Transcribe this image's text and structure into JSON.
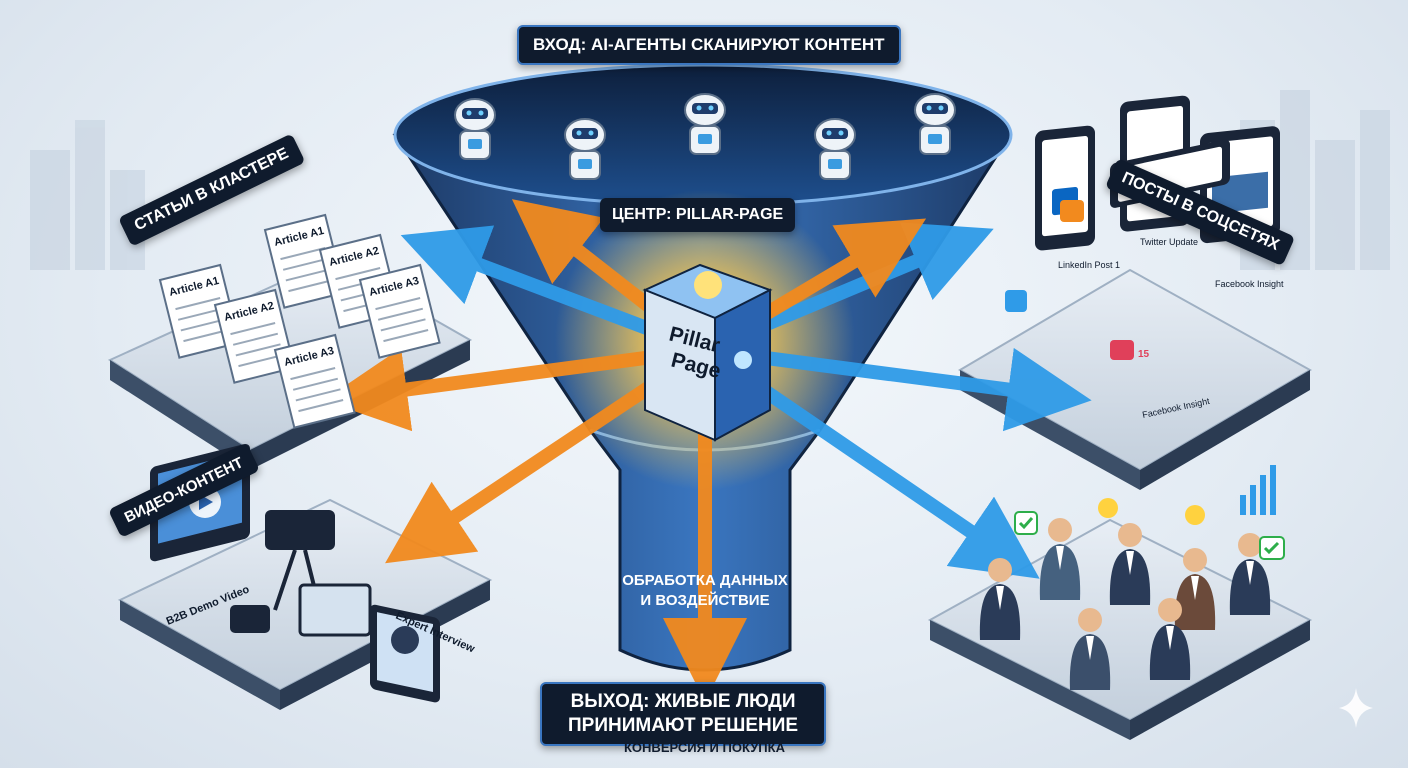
{
  "header": {
    "input_label": "ВХОД: AI-АГЕНТЫ СКАНИРУЮТ КОНТЕНТ"
  },
  "center": {
    "label": "ЦЕНТР: PILLAR-PAGE",
    "cube_line1": "Pillar",
    "cube_line2": "Page",
    "processing_line1": "ОБРАБОТКА ДАННЫХ",
    "processing_line2": "И ВОЗДЕЙСТВИЕ"
  },
  "output": {
    "line1": "ВЫХОД: ЖИВЫЕ ЛЮДИ",
    "line2": "ПРИНИМАЮТ РЕШЕНИЕ",
    "sub": "КОНВЕРСИЯ И ПОКУПКА"
  },
  "articles": {
    "label": "СТАТЬИ В КЛАСТЕРЕ",
    "items": [
      "Article A1",
      "Article A1",
      "Article A2",
      "Article A2",
      "Article A3",
      "Article A3"
    ]
  },
  "social": {
    "label": "ПОСТЫ В СОЦСЕТЯХ",
    "linkedin": "LinkedIn Post 1",
    "twitter": "Twitter Update",
    "facebook": "Facebook Insight",
    "facebook2": "Facebook Insight",
    "like_count": "15"
  },
  "video": {
    "label": "ВИДЕО-КОНТЕНТ",
    "demo": "B2B Demo Video",
    "interview": "Expert Interview"
  },
  "colors": {
    "orange": "#f28a1e",
    "blue": "#2f9be8",
    "navy": "#0f1b2d",
    "funnel": "#1f3c6b"
  }
}
